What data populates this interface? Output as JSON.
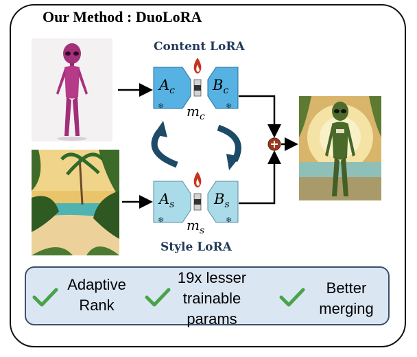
{
  "title": "Our Method : DuoLoRA",
  "content_lora": {
    "label": "Content LoRA",
    "a_label": "A",
    "a_sub": "c",
    "b_label": "B",
    "b_sub": "c",
    "m_label": "m",
    "m_sub": "c",
    "color": "#56b2e3"
  },
  "style_lora": {
    "label": "Style LoRA",
    "a_label": "A",
    "a_sub": "s",
    "b_label": "B",
    "b_sub": "s",
    "m_label": "m",
    "m_sub": "s",
    "color": "#a9dbe8"
  },
  "images": {
    "content": "pink-alien-image",
    "style": "tropical-beach-painting",
    "output": "green-alien-beach-image"
  },
  "features": [
    {
      "text": "Adaptive\nRank",
      "icon": "check-icon"
    },
    {
      "text": "19x lesser\ntrainable\nparams",
      "icon": "check-icon"
    },
    {
      "text": "Better\nmerging",
      "icon": "check-icon"
    }
  ],
  "colors": {
    "check": "#4aa34a",
    "merge_node": "#9a3a1a",
    "cycle_arrows": "#1d4a66",
    "fire": "#c8321e"
  }
}
